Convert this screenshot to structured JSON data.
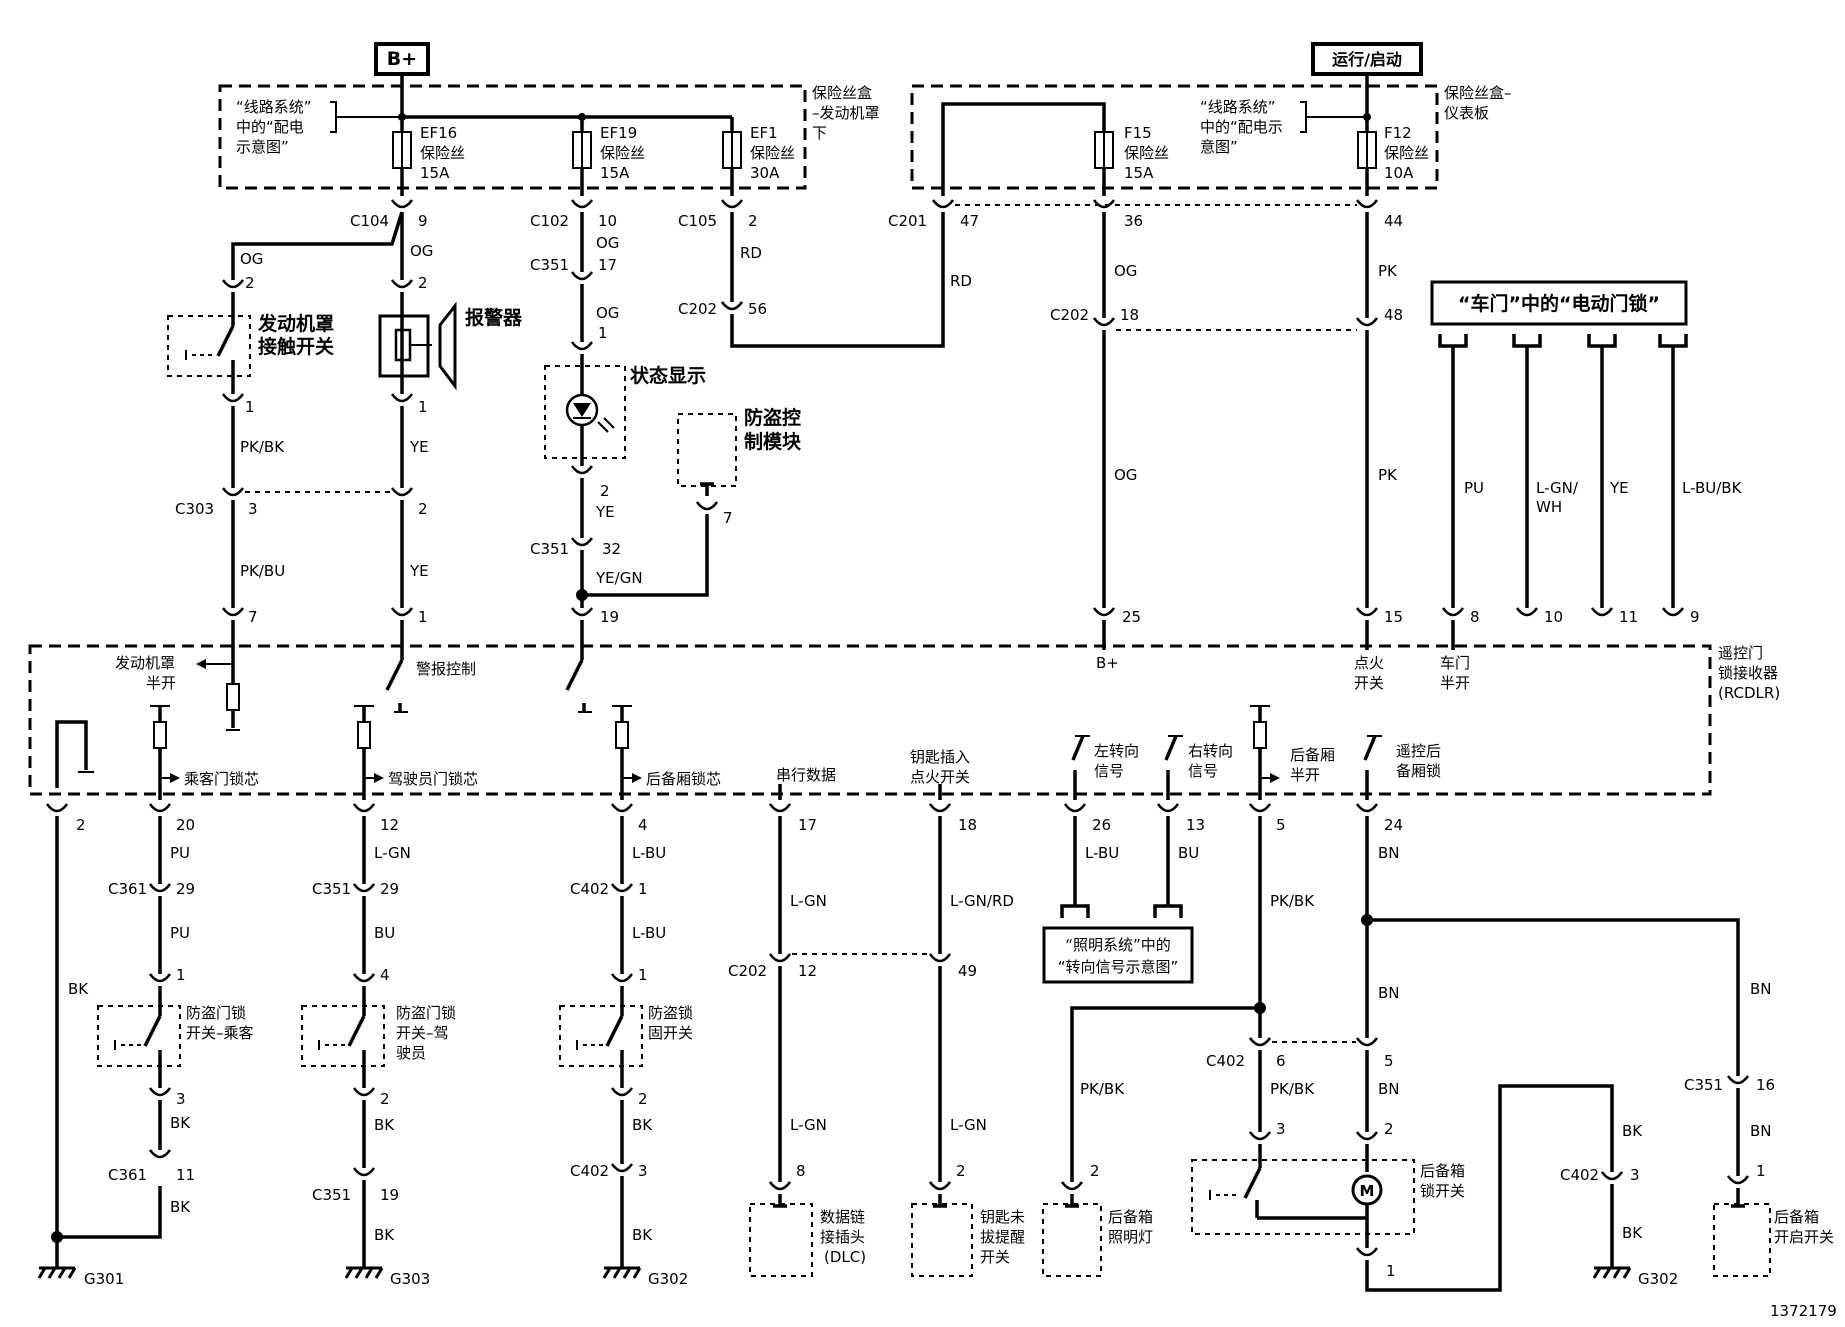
{
  "top": {
    "bplus": "B+",
    "run_start": "运行/启动"
  },
  "fuse_box_engine": {
    "title_1": "保险丝盒",
    "title_2": "–发动机罩",
    "title_3": "下",
    "note_1": "“线路系统”",
    "note_2": "中的“配电",
    "note_3": "示意图”"
  },
  "fuse_box_panel": {
    "title_1": "保险丝盒–",
    "title_2": "仪表板",
    "note_1": "“线路系统”",
    "note_2": "中的“配电示",
    "note_3": "意图”"
  },
  "fuses": [
    {
      "name": "EF16",
      "label": "保险丝",
      "rating": "15A"
    },
    {
      "name": "EF19",
      "label": "保险丝",
      "rating": "15A"
    },
    {
      "name": "EF1",
      "label": "保险丝",
      "rating": "30A"
    },
    {
      "name": "F15",
      "label": "保险丝",
      "rating": "15A"
    },
    {
      "name": "F12",
      "label": "保险丝",
      "rating": "10A"
    }
  ],
  "connectors": {
    "c104": "C104",
    "c102": "C102",
    "c105": "C105",
    "c351": "C351",
    "c202": "C202",
    "c201": "C201",
    "c303": "C303",
    "c361": "C361",
    "c402": "C402"
  },
  "pins": {
    "p9": "9",
    "p10": "10",
    "p2": "2",
    "p17": "17",
    "p56": "56",
    "p47": "47",
    "p36": "36",
    "p44": "44",
    "p18": "18",
    "p48": "48",
    "p1": "1",
    "p3": "3",
    "p32": "32",
    "p7": "7",
    "p19": "19",
    "p25": "25",
    "p15": "15",
    "p8": "8",
    "p11": "11",
    "p20": "20",
    "p12": "12",
    "p4": "4",
    "p26": "26",
    "p13": "13",
    "p5": "5",
    "p24": "24",
    "p29": "29",
    "p49": "49",
    "p6": "6",
    "p16": "16"
  },
  "wires": {
    "og": "OG",
    "rd": "RD",
    "pk": "PK",
    "pkbk": "PK/BK",
    "ye": "YE",
    "pkbu": "PK/BU",
    "yegn": "YE/GN",
    "pu": "PU",
    "lgnwh_1": "L-GN/",
    "lgnwh_2": "WH",
    "lbubk": "L-BU/BK",
    "bk": "BK",
    "lgn": "L-GN",
    "lbu": "L-BU",
    "bu": "BU",
    "lgnrd": "L-GN/RD",
    "bn": "BN"
  },
  "components": {
    "hood_switch_1": "发动机罩",
    "hood_switch_2": "接触开关",
    "alarm": "报警器",
    "status": "状态显示",
    "theft_module_1": "防盗控",
    "theft_module_2": "制模块",
    "door_lock_ref": "“车门”中的“电动门锁”",
    "lighting_ref_1": "“照明系统”中的",
    "lighting_ref_2": "“转向信号示意图”",
    "pass_switch_1": "防盗门锁",
    "pass_switch_2": "开关–乘客",
    "drv_switch_1": "防盗门锁",
    "drv_switch_2": "开关–驾",
    "drv_switch_3": "驶员",
    "trunk_cyl_1": "防盗锁",
    "trunk_cyl_2": "固开关",
    "dlc_1": "数据链",
    "dlc_2": "接插头",
    "dlc_3": "(DLC)",
    "key_warn_1": "钥匙未",
    "key_warn_2": "拔提醒",
    "key_warn_3": "开关",
    "trunk_lamp_1": "后备箱",
    "trunk_lamp_2": "照明灯",
    "trunk_lock_1": "后备箱",
    "trunk_lock_2": "锁开关",
    "trunk_open_1": "后备箱",
    "trunk_open_2": "开启开关",
    "motor": "M"
  },
  "receiver": {
    "name_1": "遥控门",
    "name_2": "锁接收器",
    "name_3": "(RCDLR)",
    "hood_ajar_1": "发动机罩",
    "hood_ajar_2": "半开",
    "alarm_ctrl": "警报控制",
    "bplus": "B+",
    "ign_1": "点火",
    "ign_2": "开关",
    "door_ajar_1": "车门",
    "door_ajar_2": "半开",
    "pass_cyl": "乘客门锁芯",
    "drv_cyl": "驾驶员门锁芯",
    "trunk_cyl": "后备厢锁芯",
    "serial": "串行数据",
    "key_in_1": "钥匙插入",
    "key_in_2": "点火开关",
    "lt_1": "左转向",
    "lt_2": "信号",
    "rt_1": "右转向",
    "rt_2": "信号",
    "trunk_ajar_1": "后备厢",
    "trunk_ajar_2": "半开",
    "rem_trunk_1": "遥控后",
    "rem_trunk_2": "备厢锁"
  },
  "grounds": {
    "g301": "G301",
    "g303": "G303",
    "g302": "G302"
  },
  "figure_id": "1372179"
}
